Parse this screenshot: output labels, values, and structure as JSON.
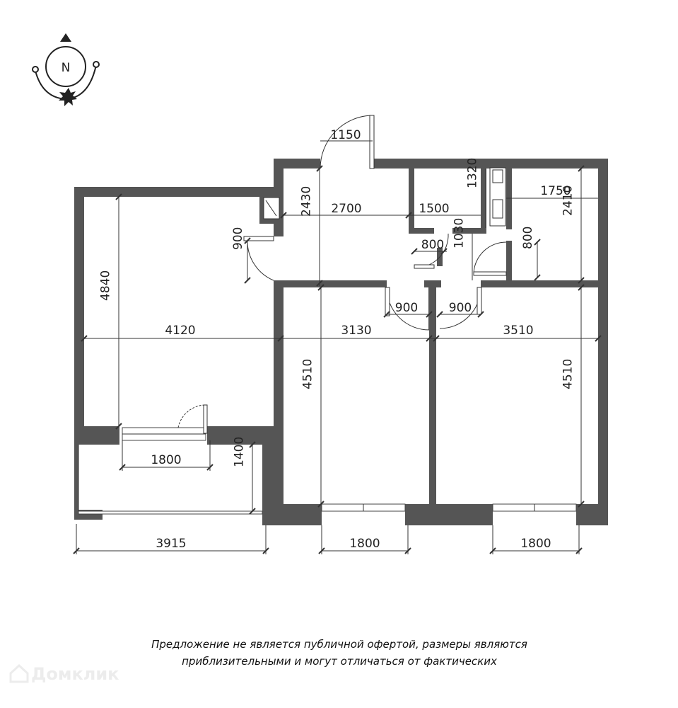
{
  "compass": {
    "label": "N"
  },
  "dimensions": {
    "entry_door": "1150",
    "hall_width": "2700",
    "hall_height": "2430",
    "bath_width": "1500",
    "bath_height": "1320",
    "bath_door": "800",
    "wc_width": "1750",
    "wc_height": "2410",
    "wc_door_h": "1030",
    "wc_door": "800",
    "living_door": "900",
    "living_height": "4840",
    "living_width": "4120",
    "bedroom1_door": "900",
    "bedroom2_door": "900",
    "bedroom1_width": "3130",
    "bedroom2_width": "3510",
    "bedroom1_height": "4510",
    "bedroom2_height": "4510",
    "living_window": "1800",
    "balcony_depth": "1400",
    "balcony_width": "3915",
    "bedroom1_window": "1800",
    "bedroom2_window": "1800"
  },
  "disclaimer": {
    "line1": "Предложение не является публичной офертой, размеры являются",
    "line2": "приблизительными и могут отличаться от фактических"
  },
  "watermark": {
    "text": "Домклик"
  }
}
